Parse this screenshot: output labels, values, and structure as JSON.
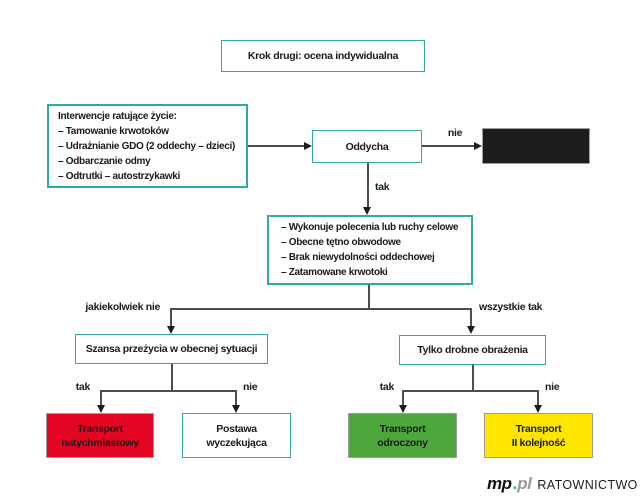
{
  "palette": {
    "teal": "#2fa9a6",
    "line": "#4d4d4d",
    "red": "#e30521",
    "green": "#4ea73c",
    "yellow": "#ffe600",
    "black_box": "#1d1d1b",
    "logo_gray": "#9b9b9b"
  },
  "boxes": {
    "step": {
      "label": "Krok drugi: ocena indywidualna"
    },
    "interventions": {
      "title": "Interwencje ratujące życie:",
      "items": [
        "– Tamowanie krwotoków",
        "– Udrażnianie GDO (2 oddechy – dzieci)",
        "– Odbarczanie odmy",
        "– Odtrutki – autostrzykawki"
      ]
    },
    "breathing": {
      "label": "Oddycha"
    },
    "criteria": {
      "items": [
        "– Wykonuje polecenia lub ruchy celowe",
        "– Obecne tętno obwodowe",
        "– Brak niewydolności oddechowej",
        "– Zatamowane krwotoki"
      ]
    },
    "survival": {
      "label": "Szansa przeżycia w obecnej sytuacji"
    },
    "minor_injuries": {
      "label": "Tylko drobne obrażenia"
    },
    "transport_immediate": {
      "line1": "Transport",
      "line2": "natychmiastowy"
    },
    "expectant": {
      "line1": "Postawa",
      "line2": "wyczekująca"
    },
    "transport_delayed": {
      "line1": "Transport",
      "line2": "odroczony"
    },
    "transport_second": {
      "line1": "Transport",
      "line2": "II kolejność"
    }
  },
  "edge_labels": {
    "tak": "tak",
    "nie": "nie",
    "any_no": "jakiekolwiek nie",
    "all_yes": "wszystkie tak"
  },
  "logo": {
    "mp": "mp",
    "dot": ".",
    "pl": "pl",
    "suffix": "RATOWNICTWO"
  }
}
